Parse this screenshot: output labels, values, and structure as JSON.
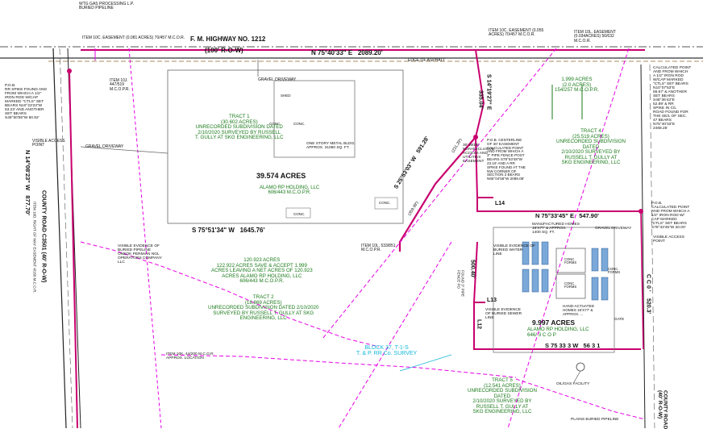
{
  "colors": {
    "boundary": "#c8006e",
    "easement": "#e600e6",
    "text_green": "#1a7a1a",
    "text_black": "#111111",
    "text_cyan": "#12b7d8",
    "road": "#222222"
  },
  "labels": {
    "wtg_gas": "WTG GAS PROCESSING L.P.\nBURIED PIPELINE",
    "item10c_easement": "ITEM 10C. EASEMENT (0.081 ACRES) 70/457 M.C.O.R.",
    "fm_highway": "F. M. HIGHWAY NO. 1212",
    "fm_row": "(100' R-O-W)",
    "item10c_top": "ITEM 10C. EASEMENT (0.055\nACRES) 70/457 M.C.O.R.",
    "item10l_top": "ITEM 10L. EASEMENT\n(0.034ACRES) 56/632\nM.C.O.R.",
    "north_bearing": "N 75°40'33\" E   2089.20'",
    "edge_asphalt": "EDGE OF ASPHALT",
    "calc_point_top": "CALCULATED POINT\nAND FROM WHICH\nA 1/2\" IRON ROD\nW/CAP MARKED\n\"CTLS\" SET BEARS\nN10°07'53\"E\n55.67' & ANOTHER\nSET BEARS\nS48°36'43\"E\n52.89' & RR\nSPIKE IN C/L\nROAD FOUND FOR\nTHE SE/L OF SEC.\n47 BEARS\nN75°40'33\"E\n2468.25'",
    "pob_left": "P.O.B.\nRR SPIKE FOUND AND\nFROM WHICH A 1/2\"\nIRON ROD W/CAP\nMARKED \"CTLS\" SET\nBEARS N10°23'23\"W\n53.23' AND ANOTHER\nSET BEARS\nS48°50'55\"W 60.92'",
    "item10_left": "ITEM 10J.\n447/519\nM.C.O.P.R.",
    "visible_access_left": "VISIBLE ACCESS\nPOINT",
    "gravel_driveway_left": "GRAVEL DRIVEWAY",
    "gravel_driveway_top": "GRAVEL DRIVEWAY",
    "shed": "SHED",
    "conc_a": "CONC.",
    "conc_b": "CONC.",
    "conc_c": "CONC.",
    "conc_d": "CONC.",
    "metal_bldg": "ONE STORY METAL BLDG.\nAPPROX. 31080 SQ. FT.",
    "tract1": "TRACT 1\n(30.602 ACRES)\nUNRECORDED SUBDIVISION DATED\n2/10/2020 SURVEYED BY RUSSELL\nT. GULLY AT SKG ENGINEERING, LLC",
    "acres_big": "39.574 ACRES",
    "owner_top": "ALAMO RP HOLDING, LLC\n606/443 M.C.O.P.R.",
    "left_bearing": "N 14°08'23\" W   877.70'",
    "county_road_left": "COUNTY ROAD C3501 (40' R-O-W)",
    "county_road_left_sub": "ITEM 10D. RIGHT OF WAY EASEMENT 4/156 M.C.O.R.",
    "south_bearing": "S 75°51'34\" W   1645.76'",
    "item10l_mid": "ITEM 10L. 533/851\nM.C.O.P.R.",
    "buried_pipeline_note": "VISIBLE EVIDENCE OF\nBURIED PIPELINE\nONEOK PERMIAN NGL\nOPERATORS COMPANY\nLLC",
    "acres_120": "120.923 ACRES\n122.922 ACRES SAVE & ACCEPT 1.999\nACRES LEAVING A NET ACRES OF 120.923\nACRES ALAMO RP HOLDING, LLC\n606/443 M.C.O.P.R.",
    "tract2": "TRACT 2\n(18.869 ACRES)\nUNRECORDED SUBDIVISION DATED 2/10/2020\nSURVEYED BY RUSSELL T. GULLY AT SKG\nENGINEERING, LLC",
    "block37": "BLOCK 37, T-1-S\nT. & P. RR Co. SURVEY",
    "item10k_low": "ITEM 10K. 44/200 M.C.O.R.\nAPPROX. LOCATION",
    "diag_bearing_1": "S 14°19'27\" E",
    "diag_len_1": "335.04'",
    "diag_bearing_2": "S 25°53'03\" W   591.28'",
    "diag_231": "(231.29')",
    "diag_359": "(359.99')",
    "easement_30": "30' WIDE\nNON-EXCLUSIVE\nACCESS AND\nUTILITIES\nEASEMENT",
    "pob_centerline": "P.O.B. CENTERLINE\nOF 30' EASEMENT\nCALCULATED POINT\nAND FROM WHICH A\n3\" PIPE FENCE POST\nBEARS S78°53'48\"W\n23.16' AND A RR\nSPIKE FOUND AT THE\nNW CORNER OF\nSECTION 2 BEARS\nN65°04'56\"W 2089.08'",
    "acres_1999": "1.999 ACRES\n(2.0 ACRES)\n154/257 M.C.O.P.R.",
    "tract4": "TRACT 4\n(25.519 ACRES)\nUNRECORDED SUBDIVISION\nDATED\n2/10/2020 SURVEYED BY\nRUSSELL T. GULLY AT\nSKG ENGINEERING, LLC",
    "l14": "L14",
    "mid_bearing": "N 75°33'45\" E   547.90'",
    "gravel_driveway_right": "GRAVEL DRIVEWAY",
    "pob_right": "P.O.B.\nCALCULATED POINT\nAND FROM WHICH A\n1/2\" IRON ROD W/\nCAP MARKED\n\"CTLS\" SET BEARS\nS78°33'45\"W 20.00'",
    "visible_access_right": "VISIBLE ACCESS\nPOINT",
    "manufactured": "MANUFACTURED HOMES\n16'X77' & APPROX.\n1400 SQ. FT.",
    "buried_water": "VISIBLE EVIDENCE OF\nBURIED WATER\nLINE",
    "conc_forms_1": "CONC.\nFORMS",
    "conc_forms_2": "CONC.\nFORMS",
    "conc_forms_3": "CONC.\nFORMS",
    "right_500": "500.40'",
    "l13": "L13",
    "l12": "L12",
    "fence_post": "FOUND 3\" PIPE\nFENCE PO",
    "buried_sewer": "VISIBLE EVIDENCE\nOF BURIED SEWER\nLINE",
    "hand_actuated": "HAND-ACTUATED\nHOMES 16'X77' &\nAPPROX. ...",
    "gate": "GATE",
    "acres_9997": "9.997 ACRES",
    "owner_mid": "ALAMO RP HOLDING, LLC\n646/ 3 C O P",
    "lower_bearing": "S 75 33 3 W   56 3 1",
    "tract5": "TRACT 5\n(12.541 ACRES)\nUNRECORDED SUBDIVISION\nDATED\n2/10/2020 SURVEYED BY\nRUSSELL T. GULLY AT\nSKG ENGINEERING, LLC",
    "oil_gas": "OIL/GAS FACILITY",
    "plains_buried": "PLAINS BURIED PIPELINE",
    "county_road_right": "COUNTY ROAD\n(40' R-O-W)",
    "right_520": "520.3'",
    "right_ccc": "C C 0 '"
  }
}
